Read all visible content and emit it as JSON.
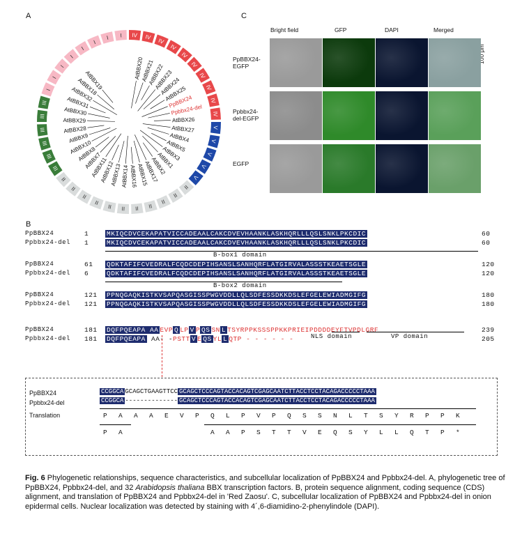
{
  "panels": {
    "a": "A",
    "b": "B",
    "c": "C"
  },
  "tree": {
    "clades": [
      {
        "label": "IV",
        "color": "#e8484a"
      },
      {
        "label": "V",
        "color": "#1e48a8"
      },
      {
        "label": "II",
        "color": "#d9dcdc"
      },
      {
        "label": "III",
        "color": "#3a7d3a"
      },
      {
        "label": "I",
        "color": "#f7b8c4"
      }
    ],
    "leaves": [
      "AtBBX20",
      "AtBBX21",
      "AtBBX22",
      "AtBBX23",
      "AtBBX24",
      "AtBBX25",
      "PpBBX24",
      "Ppbbx24-del",
      "AtBBX26",
      "AtBBX27",
      "AtBBX4",
      "AtBBX5",
      "AtBBX3",
      "AtBBX1",
      "AtBBX2",
      "AtBBX17",
      "AtBBX15",
      "AtBBX16",
      "AtBBX14",
      "AtBBX13",
      "AtBBX12",
      "AtBBX11",
      "AtBBX7",
      "AtBBX8",
      "AtBBX10",
      "AtBBX9",
      "AtBBX28",
      "AtBBX29",
      "AtBBX30",
      "AtBBX31",
      "AtBBX32",
      "AtBBX18",
      "AtBBX19"
    ]
  },
  "micro": {
    "cols": [
      "Bright field",
      "GFP",
      "DAPI",
      "Merged"
    ],
    "rows": [
      "PpBBX24-\nEGFP",
      "Ppbbx24-\ndel-EGFP",
      "EGFP"
    ],
    "scale": "100 μm"
  },
  "align": {
    "blocks": [
      {
        "n1": "PpBBX24",
        "s1": "1",
        "seq1": "MKIQCDVCEKAPATVICCADEAALCAKCDVEVHAANKLASKHQRLLLQSLSNKLPKCDIC",
        "e1": "60",
        "n2": "Ppbbx24-del",
        "s2": "1",
        "seq2": "MKIQCDVCEKAPATVICCADEAALCAKCDVEVHAANKLASKHQRLLLQSLSNKLPKCDIC",
        "e2": "60",
        "domain": "B-box1 domain"
      },
      {
        "n1": "PpBBX24",
        "s1": "61",
        "seq1": "QDKTAFIFCVEDRALFCQDCDEPIHSANSLSANHQRFLATGIRVALASSSTKEAETSGLE",
        "e1": "120",
        "n2": "Ppbbx24-del",
        "s2": "6",
        "seq2": "QDKTAFIFCVEDRALFCQDCDEPIHSANSLSANHQRFLATGIRVALASSSTKEAETSGLE",
        "e2": "120",
        "domain": "B-box2 domain"
      },
      {
        "n1": "PpBBX24",
        "s1": "121",
        "seq1": "PPNQGAQKISTKVSAPQASGISSPWGVDDLLQLSDFESSDKKDSLEFGELEWIADMGIFG",
        "e1": "180",
        "n2": "Ppbbx24-del",
        "s2": "121",
        "seq2": "PPNQGAQKISTKVSAPQASGISSPWGVDDLLQLSDFESSDKKDSLEFGELEWIADMGIFG",
        "e2": "180",
        "domain": ""
      }
    ],
    "last": {
      "n1": "PpBBX24",
      "s1": "181",
      "box1": "DQFPQEAPA AA",
      "red1a": "EVP",
      "box1b": "Q",
      "red1b": "LP",
      "box1c": "V",
      "red1c": "P",
      "box1d": "QS",
      "red1d": "SN",
      "box1e": "L",
      "red1e": "TSYRPPKSSSPPKKPRIEIPDDDDEYFTVPDLGRF",
      "e1": "239",
      "n2": "Ppbbx24-del",
      "s2": "181",
      "box2": "DQFPQEAPA",
      "mid2": " AA- -",
      "red2a": "PSTT",
      "box2b": "V",
      "red2b": "E",
      "box2c": "QS",
      "red2c": "YL",
      "box2d": "L",
      "red2d": "QTP - - - - - -",
      "e2": "205",
      "nls": "NLS domain",
      "vp": "VP domain"
    }
  },
  "cds": {
    "n1": "PpBBX24",
    "n2": "Ppbbx24-del",
    "translation_label": "Translation",
    "a1": "CCGGCA",
    "mid1": "GCAGCTGAAGTTCC",
    "b1": "GCAGCTCCCAGTACCACAGTCGAGCAATCTTACCTCCTACAGACCCCCTAAA",
    "a2": "CCGGCA",
    "mid2": "--------------",
    "b2": "GCAGCTCCCAGTACCACAGTCGAGCAATCTTACCTCCTACAGACCCCCTAAA",
    "tr1": [
      "P",
      "A",
      "A",
      "A",
      "E",
      "V",
      "P",
      "Q",
      "L",
      "P",
      "V",
      "P",
      "Q",
      "S",
      "S",
      "N",
      "L",
      "T",
      "S",
      "Y",
      "R",
      "P",
      "P",
      "K"
    ],
    "tr2a": [
      "P",
      "A"
    ],
    "tr2b": [
      "A",
      "A",
      "P",
      "S",
      "T",
      "T",
      "V",
      "E",
      "Q",
      "S",
      "Y",
      "L",
      "L",
      "Q",
      "T",
      "P",
      "*"
    ]
  },
  "caption": {
    "fig": "Fig. 6",
    "text1": "  Phylogenetic relationships, sequence characteristics, and subcellular localization of PpBBX24 and Ppbbx24-del.  A, phylogenetic tree of PpBBX24, Ppbbx24-del, and 32 ",
    "ital": "Arabidopsis thaliana",
    "text2": " BBX transcription factors.  B, protein sequence alignment, coding sequence (CDS) alignment, and translation of PpBBX24 and Ppbbx24-del in 'Red Zaosu'.  C, subcellular localization of PpBBX24 and Ppbbx24-del in onion epidermal cells.  Nuclear localization was detected by staining with 4´,6-diamidino-2-phenylindole (DAPI)."
  }
}
